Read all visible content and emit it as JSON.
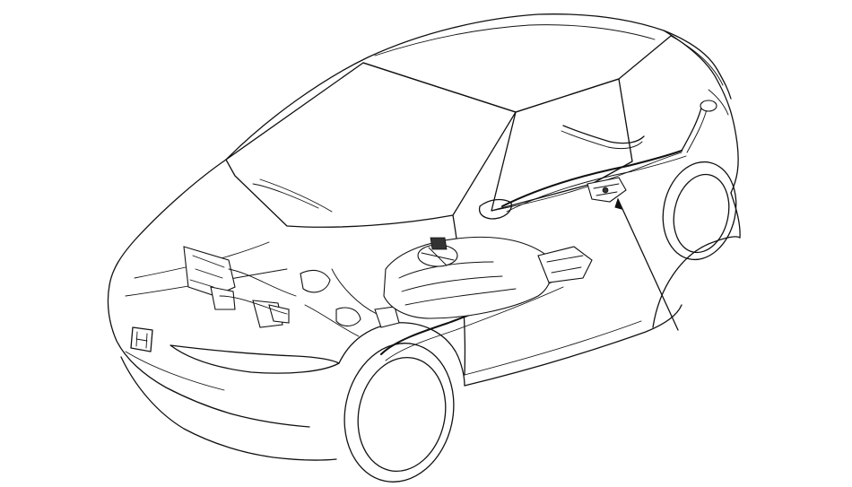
{
  "illustration": {
    "subject": "vehicle-fuel-and-emission-system-cutaway",
    "style": "monochrome line art",
    "line_color": "#111111",
    "background_color": "#ffffff"
  },
  "callouts": [
    {
      "id": "component-pointer",
      "target": "evap-canister-near-rear-wheel",
      "label": ""
    }
  ]
}
